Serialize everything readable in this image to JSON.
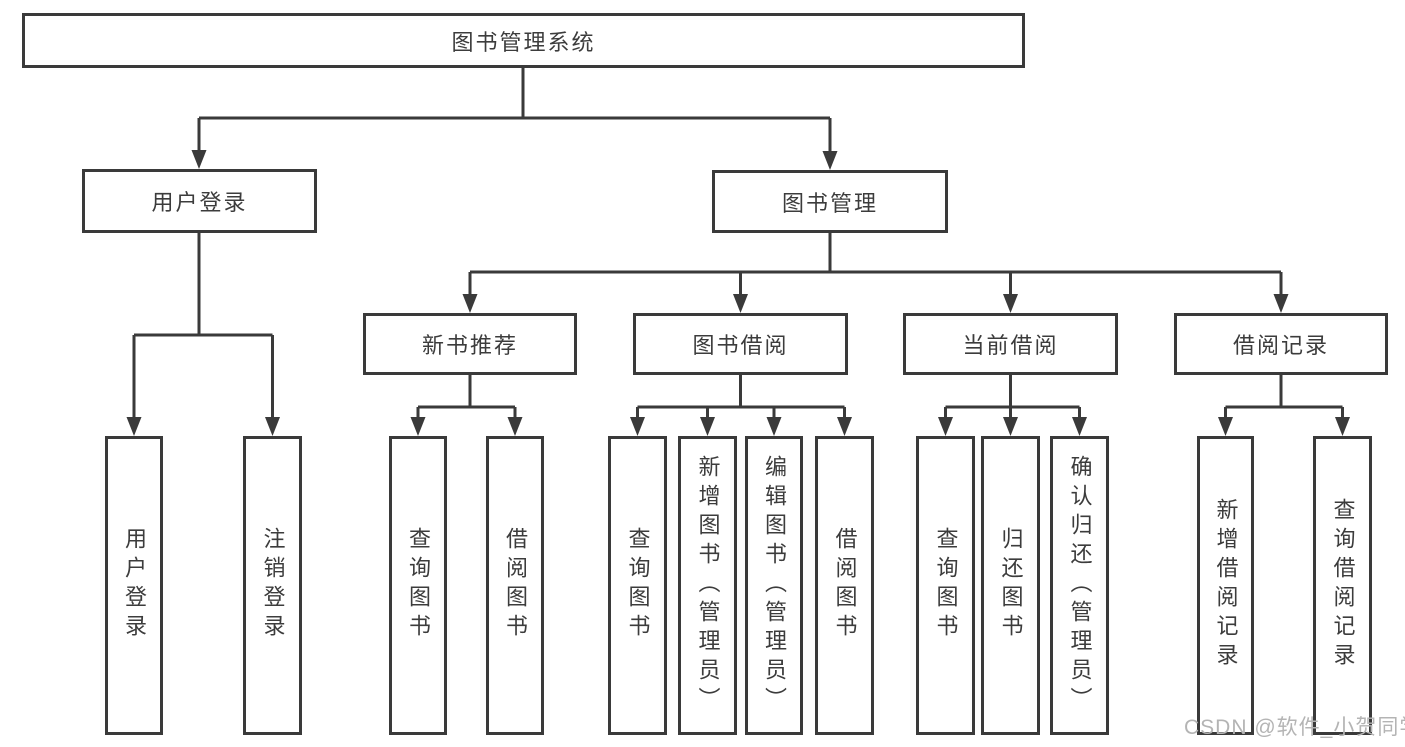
{
  "tree": {
    "label": "图书管理系统",
    "children": [
      {
        "label": "用户登录",
        "children": [
          {
            "label": "用户登录"
          },
          {
            "label": "注销登录"
          }
        ]
      },
      {
        "label": "图书管理",
        "children": [
          {
            "label": "新书推荐",
            "children": [
              {
                "label": "查询图书"
              },
              {
                "label": "借阅图书"
              }
            ]
          },
          {
            "label": "图书借阅",
            "children": [
              {
                "label": "查询图书"
              },
              {
                "label": "新增图书（管理员）"
              },
              {
                "label": "编辑图书（管理员）"
              },
              {
                "label": "借阅图书"
              }
            ]
          },
          {
            "label": "当前借阅",
            "children": [
              {
                "label": "查询图书"
              },
              {
                "label": "归还图书"
              },
              {
                "label": "确认归还（管理员）"
              }
            ]
          },
          {
            "label": "借阅记录",
            "children": [
              {
                "label": "新增借阅记录"
              },
              {
                "label": "查询借阅记录"
              }
            ]
          }
        ]
      }
    ]
  },
  "watermark": {
    "text": "CSDN @软件_小贺同学"
  },
  "colors": {
    "line": "#3a3a3a",
    "text": "#3c3c3c",
    "watermark": "#b4b4b4",
    "background": "#ffffff"
  }
}
